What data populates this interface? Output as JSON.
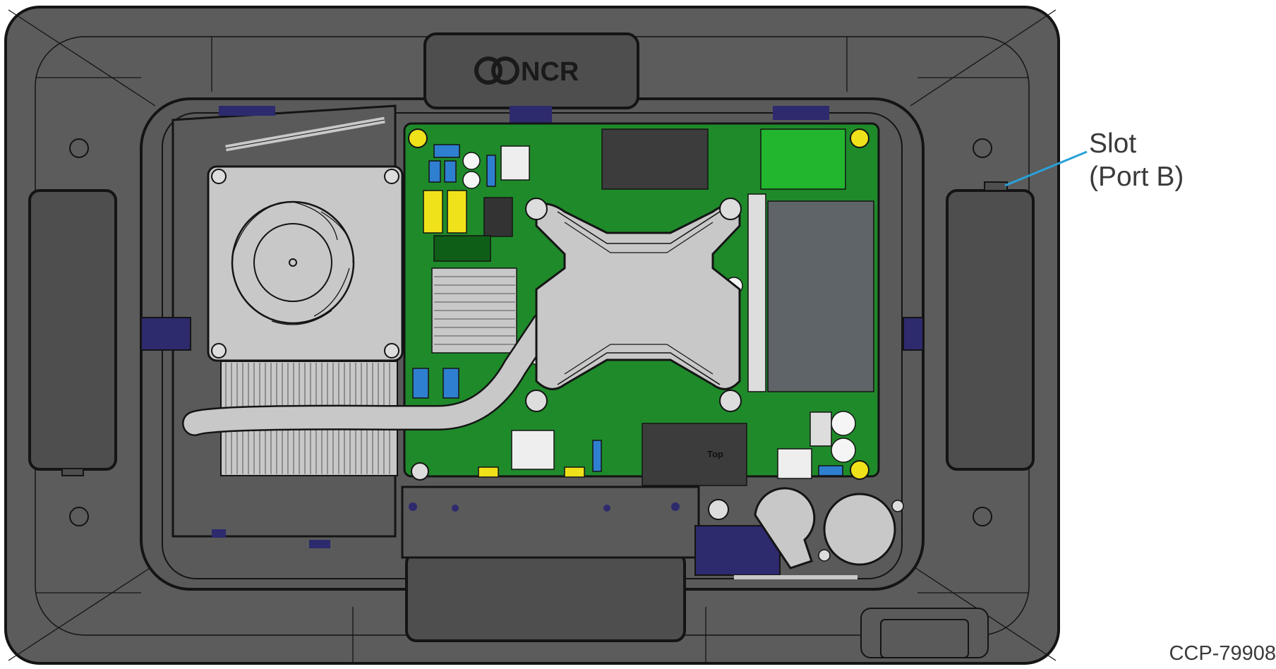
{
  "diagram": {
    "brand_logo_text": "NCR",
    "chip_label": "Top",
    "callout": {
      "line1": "Slot",
      "line2": "(Port B)"
    },
    "reference_code": "CCP-79908",
    "colors": {
      "chassis": "#5c5c5c",
      "chassis_dark": "#4e4e4e",
      "outline": "#141414",
      "pcb_green": "#1f8a2a",
      "pcb_dark": "#0f5e17",
      "metal": "#c8c8c8",
      "navy": "#2e2a6e",
      "yellow": "#f0e21a",
      "blue": "#2f7fd0",
      "leader_line": "#2aa0d8",
      "text": "#3a3a3a"
    }
  }
}
